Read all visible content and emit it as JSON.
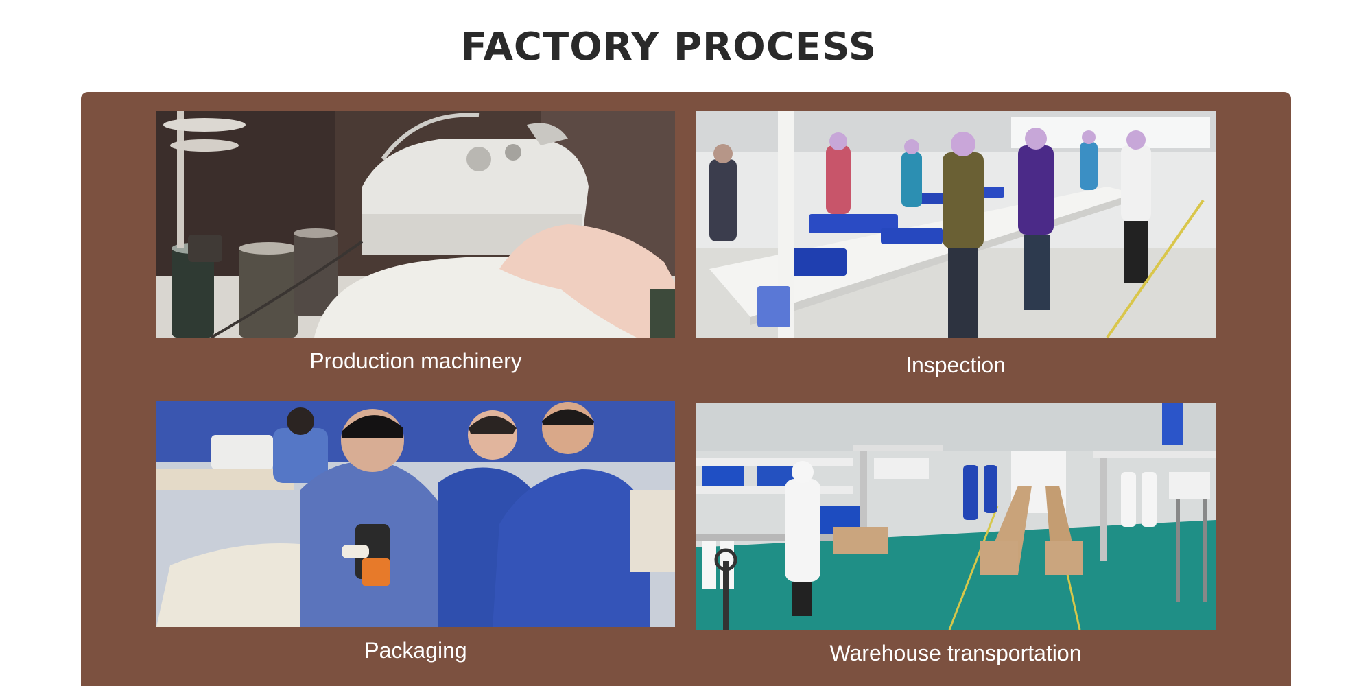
{
  "page": {
    "title": "FACTORY PROCESS"
  },
  "colors": {
    "panel_background": "#7c5140",
    "title_text": "#2a2a2a",
    "caption_text": "#ffffff"
  },
  "process_steps": [
    {
      "caption": "Production machinery",
      "image_subject": "sewing-machine-photo"
    },
    {
      "caption": "Inspection",
      "image_subject": "garment-inspection-line-photo"
    },
    {
      "caption": "Packaging",
      "image_subject": "workers-packaging-photo"
    },
    {
      "caption": "Warehouse transportation",
      "image_subject": "warehouse-boxes-photo"
    }
  ]
}
